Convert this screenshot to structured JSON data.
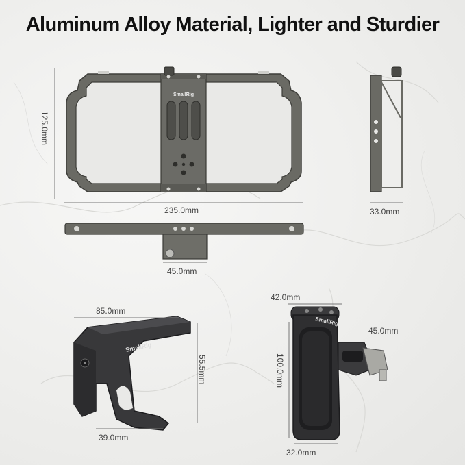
{
  "headline": "Aluminum Alloy Material, Lighter and Sturdier",
  "brand": "SmallRig",
  "dimensions": {
    "cage_height": "125.0mm",
    "cage_width": "235.0mm",
    "cage_depth": "33.0mm",
    "bar_mount": "45.0mm",
    "top_handle_length": "85.0mm",
    "top_handle_height": "55.5mm",
    "top_handle_base": "39.0mm",
    "side_handle_top": "42.0mm",
    "side_handle_height": "100.0mm",
    "side_handle_arm": "45.0mm",
    "side_handle_width": "32.0mm"
  }
}
